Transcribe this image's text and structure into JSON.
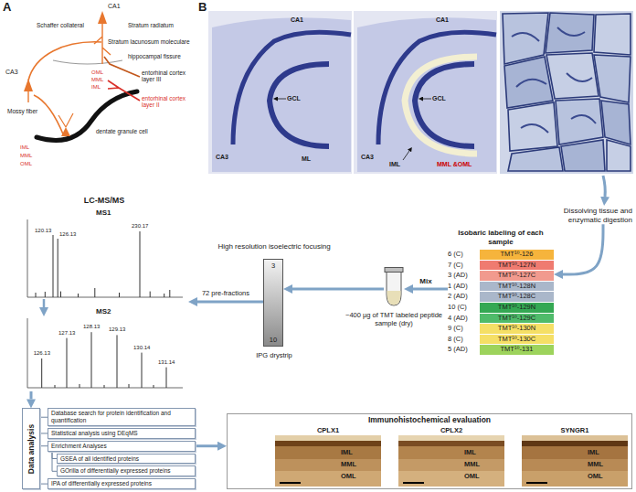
{
  "diagram": {
    "nodes": [
      {
        "text": [
          "Dissolving tissue and enzymatic digestion"
        ]
      },
      {
        "text": [
          "Isobaric labeling of each sample"
        ]
      },
      {
        "text": [
          "6 (C)",
          "TMT¹⁰-126"
        ],
        "in": 1
      },
      {
        "text": [
          "7 (C)",
          "TMT¹⁰-127N"
        ],
        "in": 1
      },
      {
        "text": [
          "3 (AD)",
          "TMT¹⁰-127C"
        ],
        "in": 1
      },
      {
        "text": [
          "1 (AD)",
          "TMT¹⁰-128N"
        ],
        "in": 1
      },
      {
        "text": [
          "2 (AD)",
          "TMT¹⁰-128C"
        ],
        "in": 1
      },
      {
        "text": [
          "10 (C)",
          "TMT¹⁰-129N"
        ],
        "in": 1
      },
      {
        "text": [
          "4 (AD)",
          "TMT¹⁰-129C"
        ],
        "in": 1
      },
      {
        "text": [
          "9 (C)",
          "TMT¹⁰-130N"
        ],
        "in": 1
      },
      {
        "text": [
          "8 (C)",
          "TMT¹⁰-130C"
        ],
        "in": 1
      },
      {
        "text": [
          "5 (AD)",
          "TMT¹⁰-131"
        ],
        "in": 1
      },
      {
        "text": [
          "~400 µg of TMT labeled peptide sample (dry)"
        ]
      },
      {
        "text": [
          "High resolution isoelectric focusing",
          "3",
          "10",
          "IPG drystrip"
        ]
      },
      {
        "text": [
          "LC-MS/MS"
        ]
      },
      {
        "text": [
          "Data analysis"
        ]
      },
      {
        "text": [
          "Database search for protein identification and quantification"
        ]
      },
      {
        "text": [
          "Statistical analysis using DEqMS"
        ]
      },
      {
        "text": [
          "Enrichment Analyses"
        ]
      },
      {
        "text": [
          "GSEA of all identified proteins"
        ]
      },
      {
        "text": [
          "GOrilla of differentially expressed proteins"
        ]
      },
      {
        "text": [
          "IPA of differentially expressed proteins"
        ]
      },
      {
        "text": [
          "Immunohistochemical evaluation"
        ]
      },
      {
        "text": [
          "CPLX1",
          "IML",
          "MML",
          "OML"
        ],
        "in": 22
      },
      {
        "text": [
          "CPLX2",
          "IML",
          "MML",
          "OML"
        ],
        "in": 22
      },
      {
        "text": [
          "SYNGR1",
          "IML",
          "MML",
          "OML"
        ],
        "in": 22
      }
    ],
    "edges": [
      {
        "from": 0,
        "to": 1,
        "arrow": "to"
      },
      {
        "from": 1,
        "to": 12,
        "label": "Mix",
        "arrow": "to"
      },
      {
        "from": 12,
        "to": 13,
        "arrow": "to"
      },
      {
        "from": 13,
        "to": 14,
        "label": "72 pre-fractions",
        "arrow": "to"
      },
      {
        "from": 14,
        "to": 15,
        "arrow": "to"
      },
      {
        "from": 15,
        "to": 16,
        "arrow": "none"
      },
      {
        "from": 15,
        "to": 17,
        "arrow": "none"
      },
      {
        "from": 15,
        "to": 18,
        "arrow": "none"
      },
      {
        "from": 18,
        "to": 19,
        "arrow": "none"
      },
      {
        "from": 18,
        "to": 20,
        "arrow": "none"
      },
      {
        "from": 15,
        "to": 21,
        "arrow": "none"
      },
      {
        "from": 18,
        "to": 22,
        "arrow": "to"
      }
    ],
    "labels": [
      "A",
      "CA1",
      "Stratum radiatum",
      "Schaffer collateral",
      "Stratum lacunosum moleculare",
      "hippocampal fissure",
      "CA3",
      "OML",
      "MML",
      "IML",
      "entorhinal cortex layer III",
      "entorhinal cortex layer II",
      "Mossy fiber",
      "dentate granule cell",
      "IML",
      "MML",
      "OML",
      "B",
      "CA1",
      "GCL",
      "CA3",
      "ML",
      "CA1",
      "GCL",
      "CA3",
      "IML",
      "MML &OML",
      "MS1",
      "MS2",
      "120.13",
      "126.13",
      "230.17",
      "126.13",
      "127.13",
      "128.13",
      "129.13",
      "130.14",
      "131.14"
    ]
  }
}
